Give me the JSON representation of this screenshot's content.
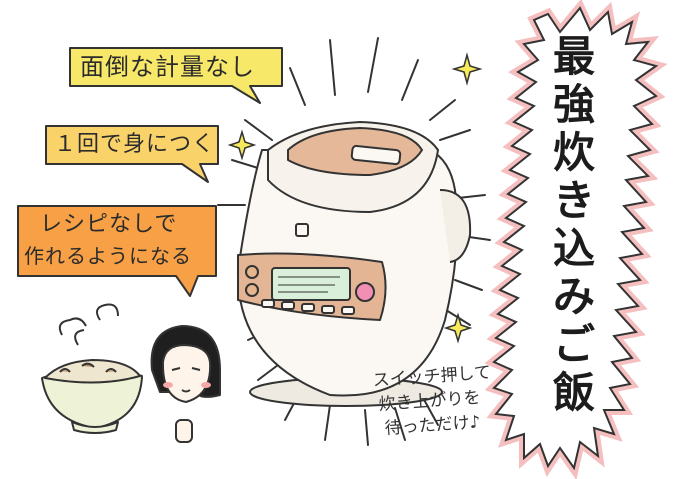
{
  "bubbles": [
    {
      "text": "面倒な計量なし",
      "color": "#f7e86a"
    },
    {
      "text": "１回で身につく",
      "color": "#f9d26a"
    },
    {
      "lines": [
        "レシピなしで",
        "作れるようになる"
      ],
      "color": "#f7a046"
    }
  ],
  "title_chars": [
    "最",
    "強",
    "炊",
    "き",
    "込",
    "み",
    "ご",
    "飯"
  ],
  "caption_lines": [
    "スイッチ押して",
    "炊き上がりを",
    "待っただけ♪"
  ],
  "colors": {
    "title_burst_fill": "#ffffff",
    "title_burst_glow": "#f4b4b4",
    "cooker_body": "#fbf8f3",
    "cooker_lid": "#e4b898",
    "display": "#d9efd9",
    "button_pink": "#f28fb5"
  },
  "icons": [
    "sparkle-icon",
    "rice-cooker-illustration",
    "rice-bowl-illustration",
    "girl-face-illustration"
  ]
}
